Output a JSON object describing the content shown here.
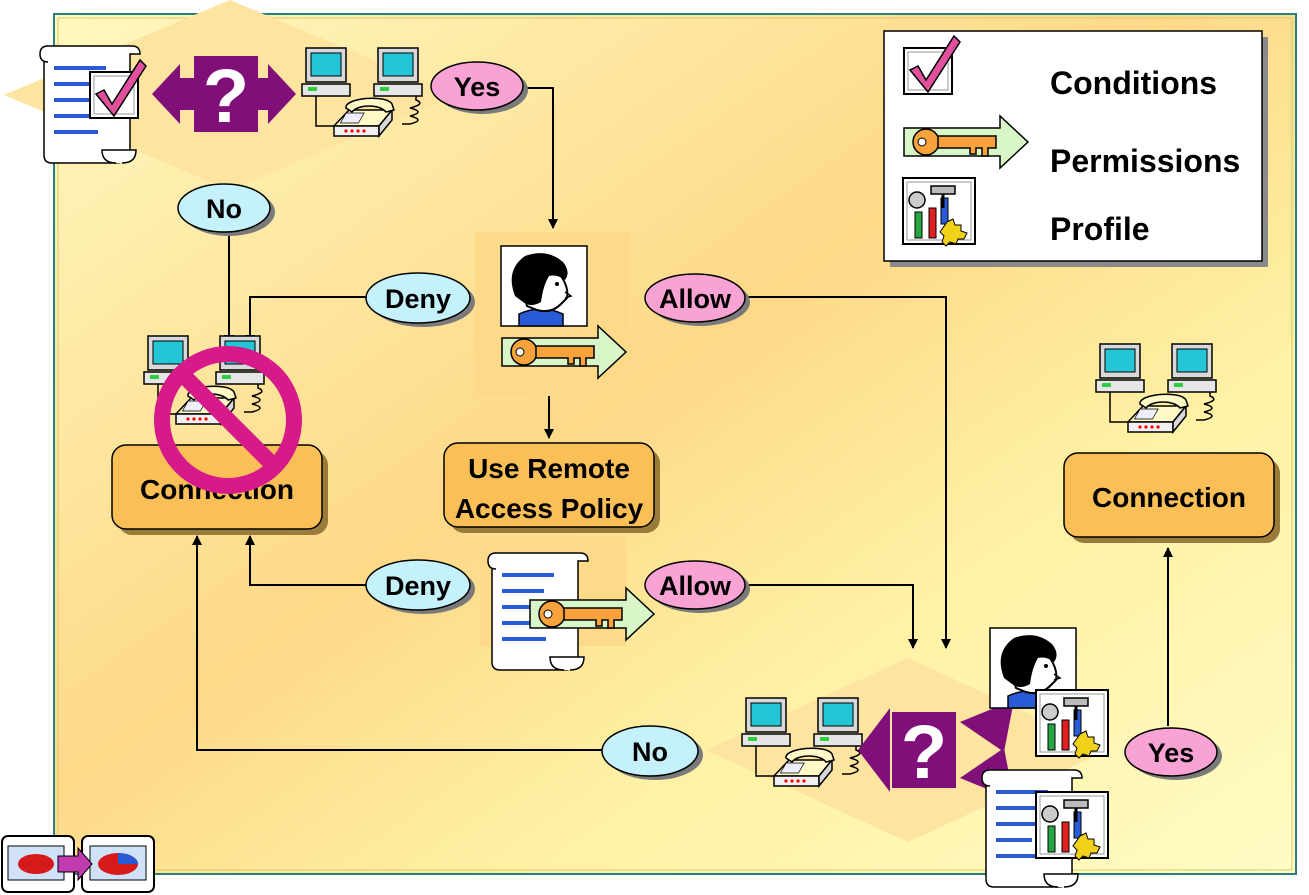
{
  "legend": {
    "conditions": "Conditions",
    "permissions": "Permissions",
    "profile": "Profile"
  },
  "labels": {
    "yes_top": "Yes",
    "no_top": "No",
    "deny_upper": "Deny",
    "allow_upper": "Allow",
    "deny_lower": "Deny",
    "allow_lower": "Allow",
    "no_bottom": "No",
    "yes_bottom": "Yes"
  },
  "boxes": {
    "connection_denied": "Connection",
    "policy_line1": "Use Remote",
    "policy_line2": "Access Policy",
    "connection_allowed": "Connection"
  },
  "colors": {
    "background": "#fff7b3",
    "box_fill": "#fbbf57",
    "yes_allow": "#f9a3d4",
    "no_deny": "#c5f1fb",
    "question": "#800f7a",
    "prohibit": "#d61a8a"
  }
}
